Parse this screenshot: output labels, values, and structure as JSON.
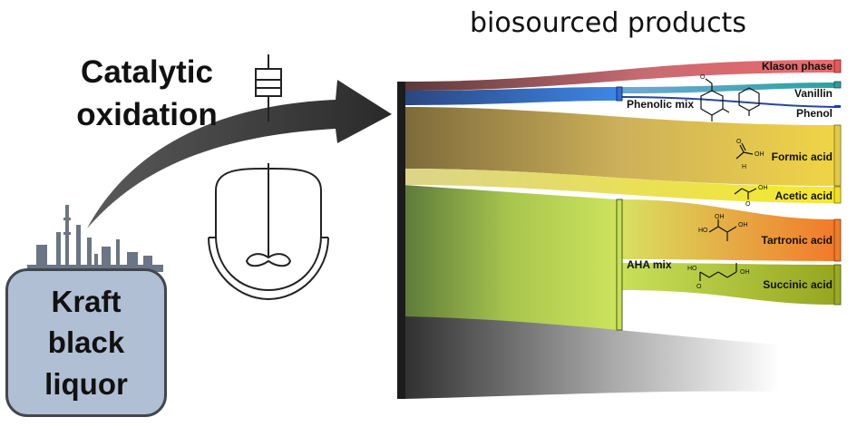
{
  "title": "biosourced products",
  "process": {
    "line1": "Catalytic",
    "line2": "oxidation"
  },
  "source": {
    "label": "Kraft\nblack\nliquor"
  },
  "mixes": {
    "phenolic": "Phenolic mix",
    "aha": "AHA mix"
  },
  "products": {
    "klason": "Klason phase",
    "vanillin": "Vanillin",
    "phenol": "Phenol",
    "formic": "Formic acid",
    "acetic": "Acetic acid",
    "tartronic": "Tartronic acid",
    "succinic": "Succinic acid"
  },
  "atoms": {
    "oh": "OH",
    "o": "O",
    "ho": "HO",
    "h": "H"
  },
  "colors": {
    "klason": "#e85a5a",
    "vanillin": "#2e9aa0",
    "phenol": "#1f3fae",
    "phenolic": "#2f6fd6",
    "formic": "#e2c84a",
    "acetic": "#f0e020",
    "tartronic": "#f07b2a",
    "succinic": "#9aab20",
    "aha": "#c6e05a",
    "residue": "#8a8a8a",
    "source_box": "#b0bfd3"
  }
}
